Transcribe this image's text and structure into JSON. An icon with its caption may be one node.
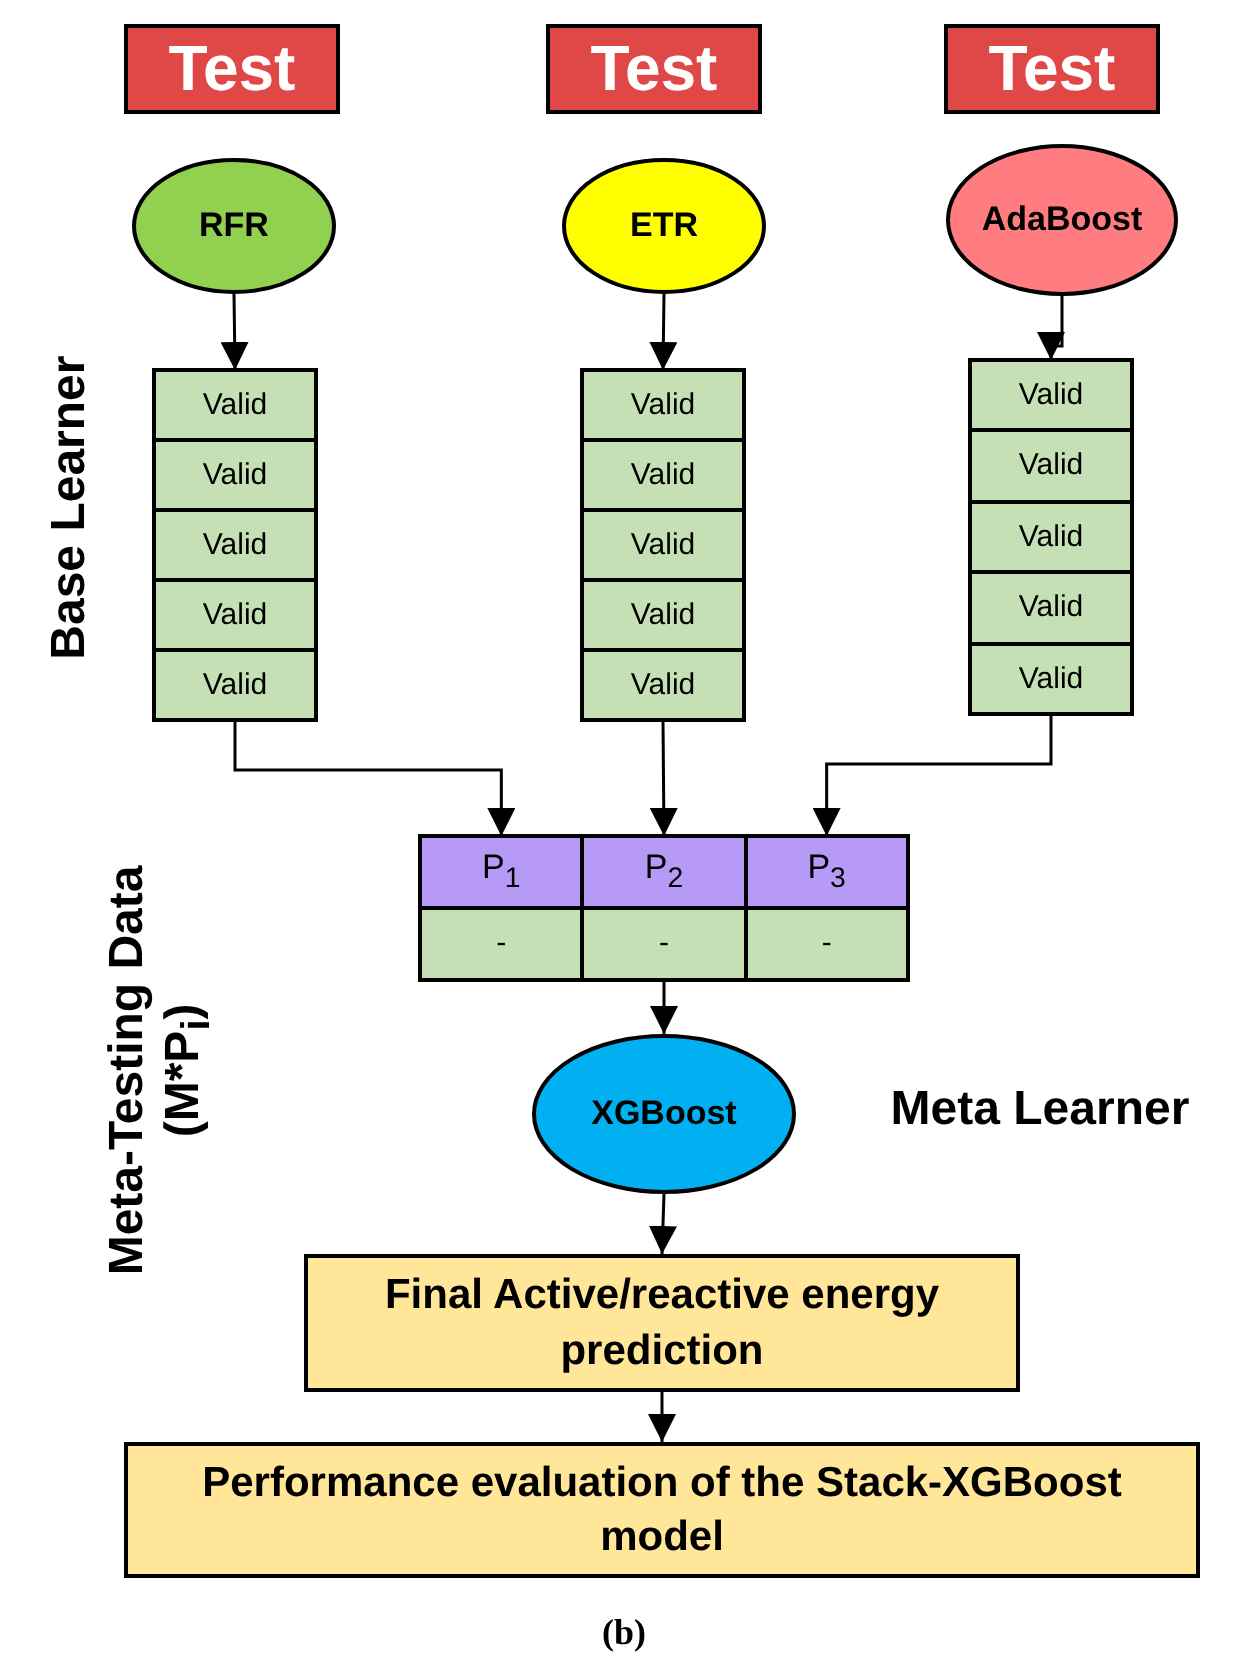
{
  "diagram": {
    "caption": "(b)",
    "nodes": [
      {
        "text": [
          "Test"
        ]
      },
      {
        "text": [
          "Test"
        ]
      },
      {
        "text": [
          "Test"
        ]
      },
      {
        "text": [
          "RFR"
        ]
      },
      {
        "text": [
          "ETR"
        ]
      },
      {
        "text": [
          "AdaBoost"
        ]
      },
      {
        "text": [],
        "shape": "box"
      },
      {
        "text": [
          "Valid"
        ],
        "in": 6
      },
      {
        "text": [
          "Valid"
        ],
        "in": 6
      },
      {
        "text": [
          "Valid"
        ],
        "in": 6
      },
      {
        "text": [
          "Valid"
        ],
        "in": 6
      },
      {
        "text": [
          "Valid"
        ],
        "in": 6
      },
      {
        "text": [],
        "shape": "box"
      },
      {
        "text": [
          "Valid"
        ],
        "in": 12
      },
      {
        "text": [
          "Valid"
        ],
        "in": 12
      },
      {
        "text": [
          "Valid"
        ],
        "in": 12
      },
      {
        "text": [
          "Valid"
        ],
        "in": 12
      },
      {
        "text": [
          "Valid"
        ],
        "in": 12
      },
      {
        "text": [],
        "shape": "box"
      },
      {
        "text": [
          "Valid"
        ],
        "in": 18
      },
      {
        "text": [
          "Valid"
        ],
        "in": 18
      },
      {
        "text": [
          "Valid"
        ],
        "in": 18
      },
      {
        "text": [
          "Valid"
        ],
        "in": 18
      },
      {
        "text": [
          "Valid"
        ],
        "in": 18
      },
      {
        "text": [],
        "shape": "box"
      },
      {
        "text": [
          "P$_{1}$"
        ],
        "in": 24
      },
      {
        "text": [
          "P$_{2}$"
        ],
        "in": 24
      },
      {
        "text": [
          "P$_{3}$"
        ],
        "in": 24
      },
      {
        "text": [
          "-"
        ],
        "in": 24
      },
      {
        "text": [
          "-"
        ],
        "in": 24
      },
      {
        "text": [
          "-"
        ],
        "in": 24
      },
      {
        "text": [
          "XGBoost"
        ]
      },
      {
        "text": [
          "Final Active/reactive energy prediction"
        ]
      },
      {
        "text": [
          "Performance evaluation of the Stack-XGBoost model"
        ]
      }
    ],
    "edges": [
      {
        "from": 3,
        "to": 6,
        "arrow": "to"
      },
      {
        "from": 4,
        "to": 12,
        "arrow": "to"
      },
      {
        "from": 5,
        "to": 18,
        "arrow": "to"
      },
      {
        "from": 6,
        "to": 25,
        "arrow": "to"
      },
      {
        "from": 12,
        "to": 26,
        "arrow": "to"
      },
      {
        "from": 18,
        "to": 27,
        "arrow": "to"
      },
      {
        "from": 24,
        "to": 31,
        "arrow": "to"
      },
      {
        "from": 31,
        "to": 32,
        "arrow": "to"
      },
      {
        "from": 32,
        "to": 33,
        "arrow": "to"
      }
    ],
    "labels": [
      "Base Learner",
      "Meta-Testing Data (M*P$_{i}$)",
      "Meta Learner"
    ]
  }
}
